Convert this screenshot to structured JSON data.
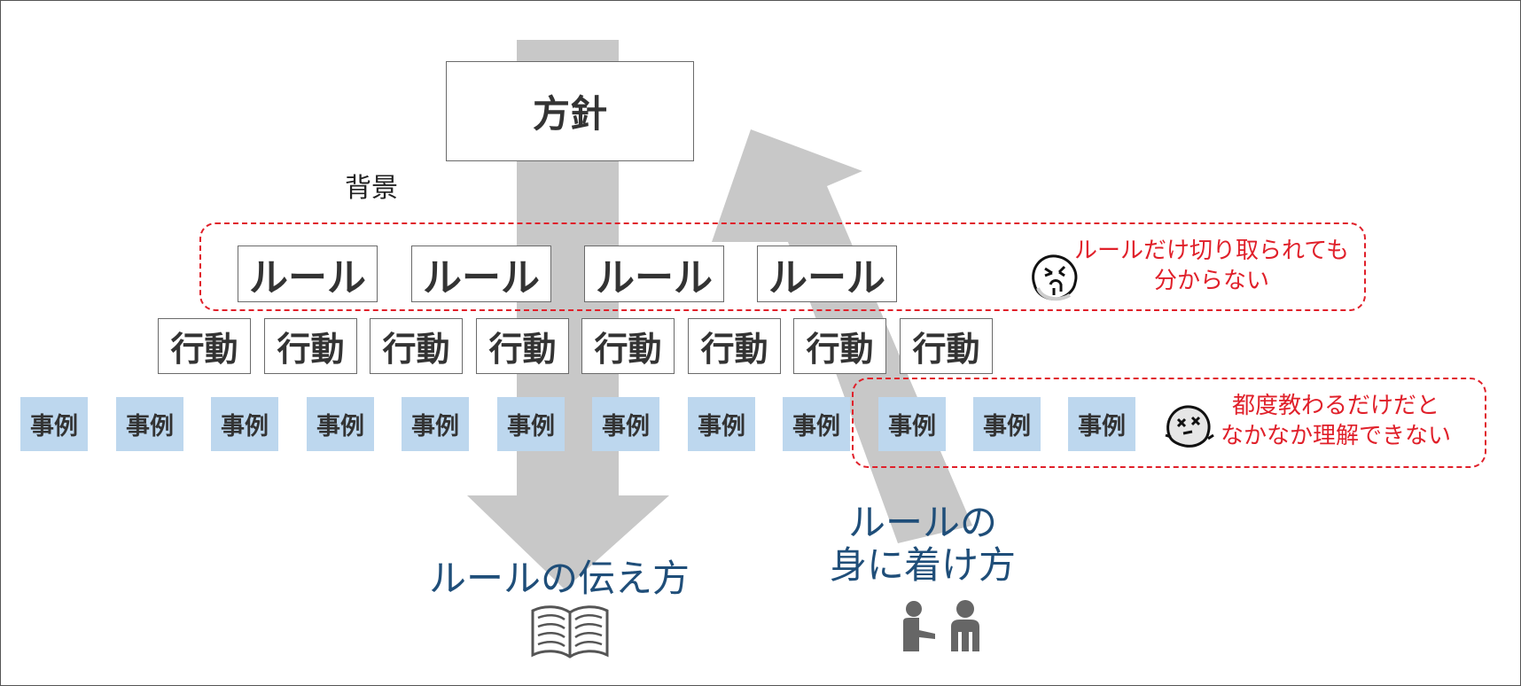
{
  "diagram": {
    "policy_label": "方針",
    "background_label": "背景",
    "rules": [
      "ルール",
      "ルール",
      "ルール",
      "ルール"
    ],
    "actions": [
      "行動",
      "行動",
      "行動",
      "行動",
      "行動",
      "行動",
      "行動",
      "行動"
    ],
    "cases": [
      "事例",
      "事例",
      "事例",
      "事例",
      "事例",
      "事例",
      "事例",
      "事例",
      "事例",
      "事例",
      "事例",
      "事例"
    ],
    "notes": {
      "rules_note": "ルールだけ切り取られても\n分からない",
      "cases_note": "都度教わるだけだと\nなかなか理解できない"
    },
    "labels": {
      "teach_method": "ルールの伝え方",
      "learn_method": "ルールの\n身に着け方"
    },
    "colors": {
      "arrow_gray": "#c8c8c8",
      "case_blue": "#bdd7ee",
      "dashed_red": "#e0202a",
      "label_blue": "#1f4e79"
    },
    "icons": [
      "confused-face-icon",
      "dizzy-face-icon",
      "open-book-icon",
      "two-people-teaching-icon"
    ]
  }
}
